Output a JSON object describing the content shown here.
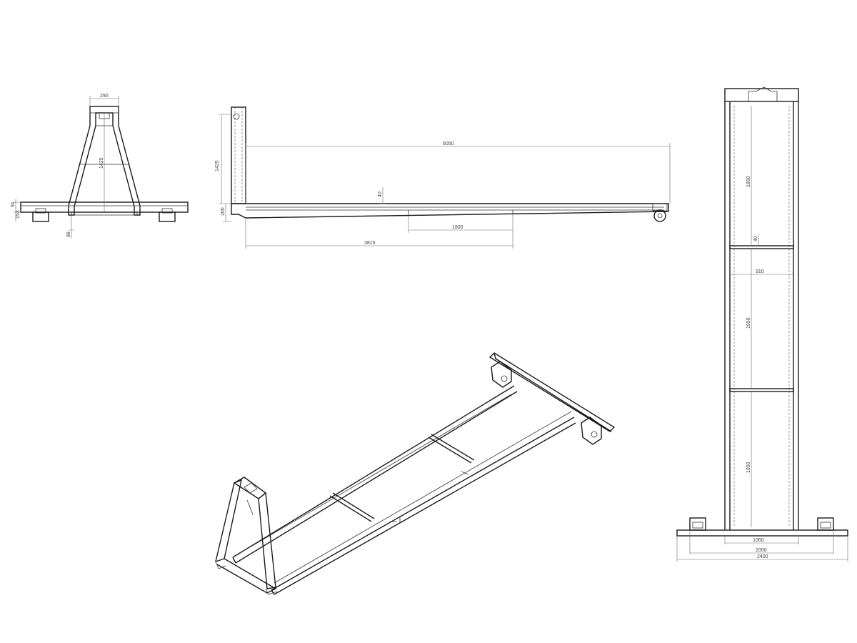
{
  "drawing": {
    "colors": {
      "line": "#1a1a1a",
      "dimension": "#6a6a6a",
      "background": "#ffffff"
    },
    "front_view": {
      "dimensions": {
        "top_width": "290",
        "height": "1425",
        "left_small_a": "91",
        "left_small_b": "153",
        "bottom_small": "88"
      }
    },
    "side_view": {
      "dimensions": {
        "total_length": "6050",
        "height": "1425",
        "base_height": "200",
        "rail_offset": "40",
        "segment_length": "1800",
        "front_length": "3815"
      }
    },
    "top_view": {
      "dimensions": {
        "segment_top": "1950",
        "rail_offset": "40",
        "inner_width": "910",
        "segment_mid": "1950",
        "segment_bottom": "1950",
        "span_1060": "1060",
        "span_2000": "2000",
        "span_2400": "2400"
      }
    }
  }
}
